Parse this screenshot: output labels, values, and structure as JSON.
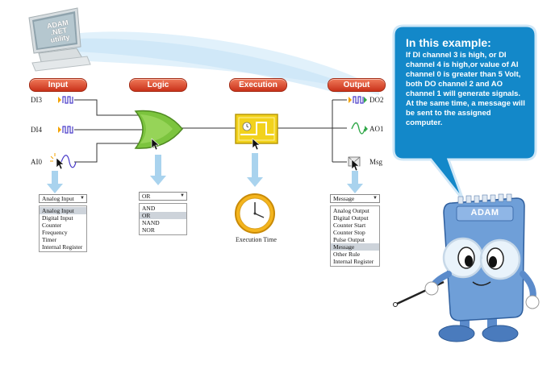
{
  "monitor": {
    "line1": "ADAM",
    "line2": ".NET utility"
  },
  "headers": {
    "input": "Input",
    "logic": "Logic",
    "execution": "Execution",
    "output": "Output"
  },
  "inputs": {
    "di3": "DI3",
    "di4": "DI4",
    "ai0": "AI0"
  },
  "outputs": {
    "do2": "DO2",
    "ao1": "AO1",
    "msg": "Msg"
  },
  "input_dropdown": {
    "selected": "Analog Input",
    "options": [
      "Analog Input",
      "Digital Input",
      "Counter",
      "Frequency",
      "Timer",
      "Internal Register"
    ]
  },
  "logic_dropdown": {
    "selected": "OR",
    "options": [
      "AND",
      "OR",
      "NAND",
      "NOR"
    ]
  },
  "output_dropdown": {
    "selected": "Message",
    "options": [
      "Analog Output",
      "Digital Output",
      "Counter Start",
      "Counter Stop",
      "Pulse Output",
      "Message",
      "Other Rule",
      "Internal Register"
    ]
  },
  "execution_time_label": "Execution Time",
  "bubble": {
    "title": "In this example:",
    "body": "If DI channel 3 is high, or DI channel 4 is high,or value of AI channel 0 is greater than 5 Volt, both DO channel 2 and AO channel 1 will generate signals. At the same time, a message will be sent to the assigned computer."
  },
  "mascot_label": "ADAM",
  "colors": {
    "pill": "#d9452a",
    "gate": "#78c23c",
    "execution_box": "#f2d21c",
    "bubble": "#1388c9",
    "arrow": "#a9d3ee",
    "mascot_body": "#6f9fd8"
  }
}
